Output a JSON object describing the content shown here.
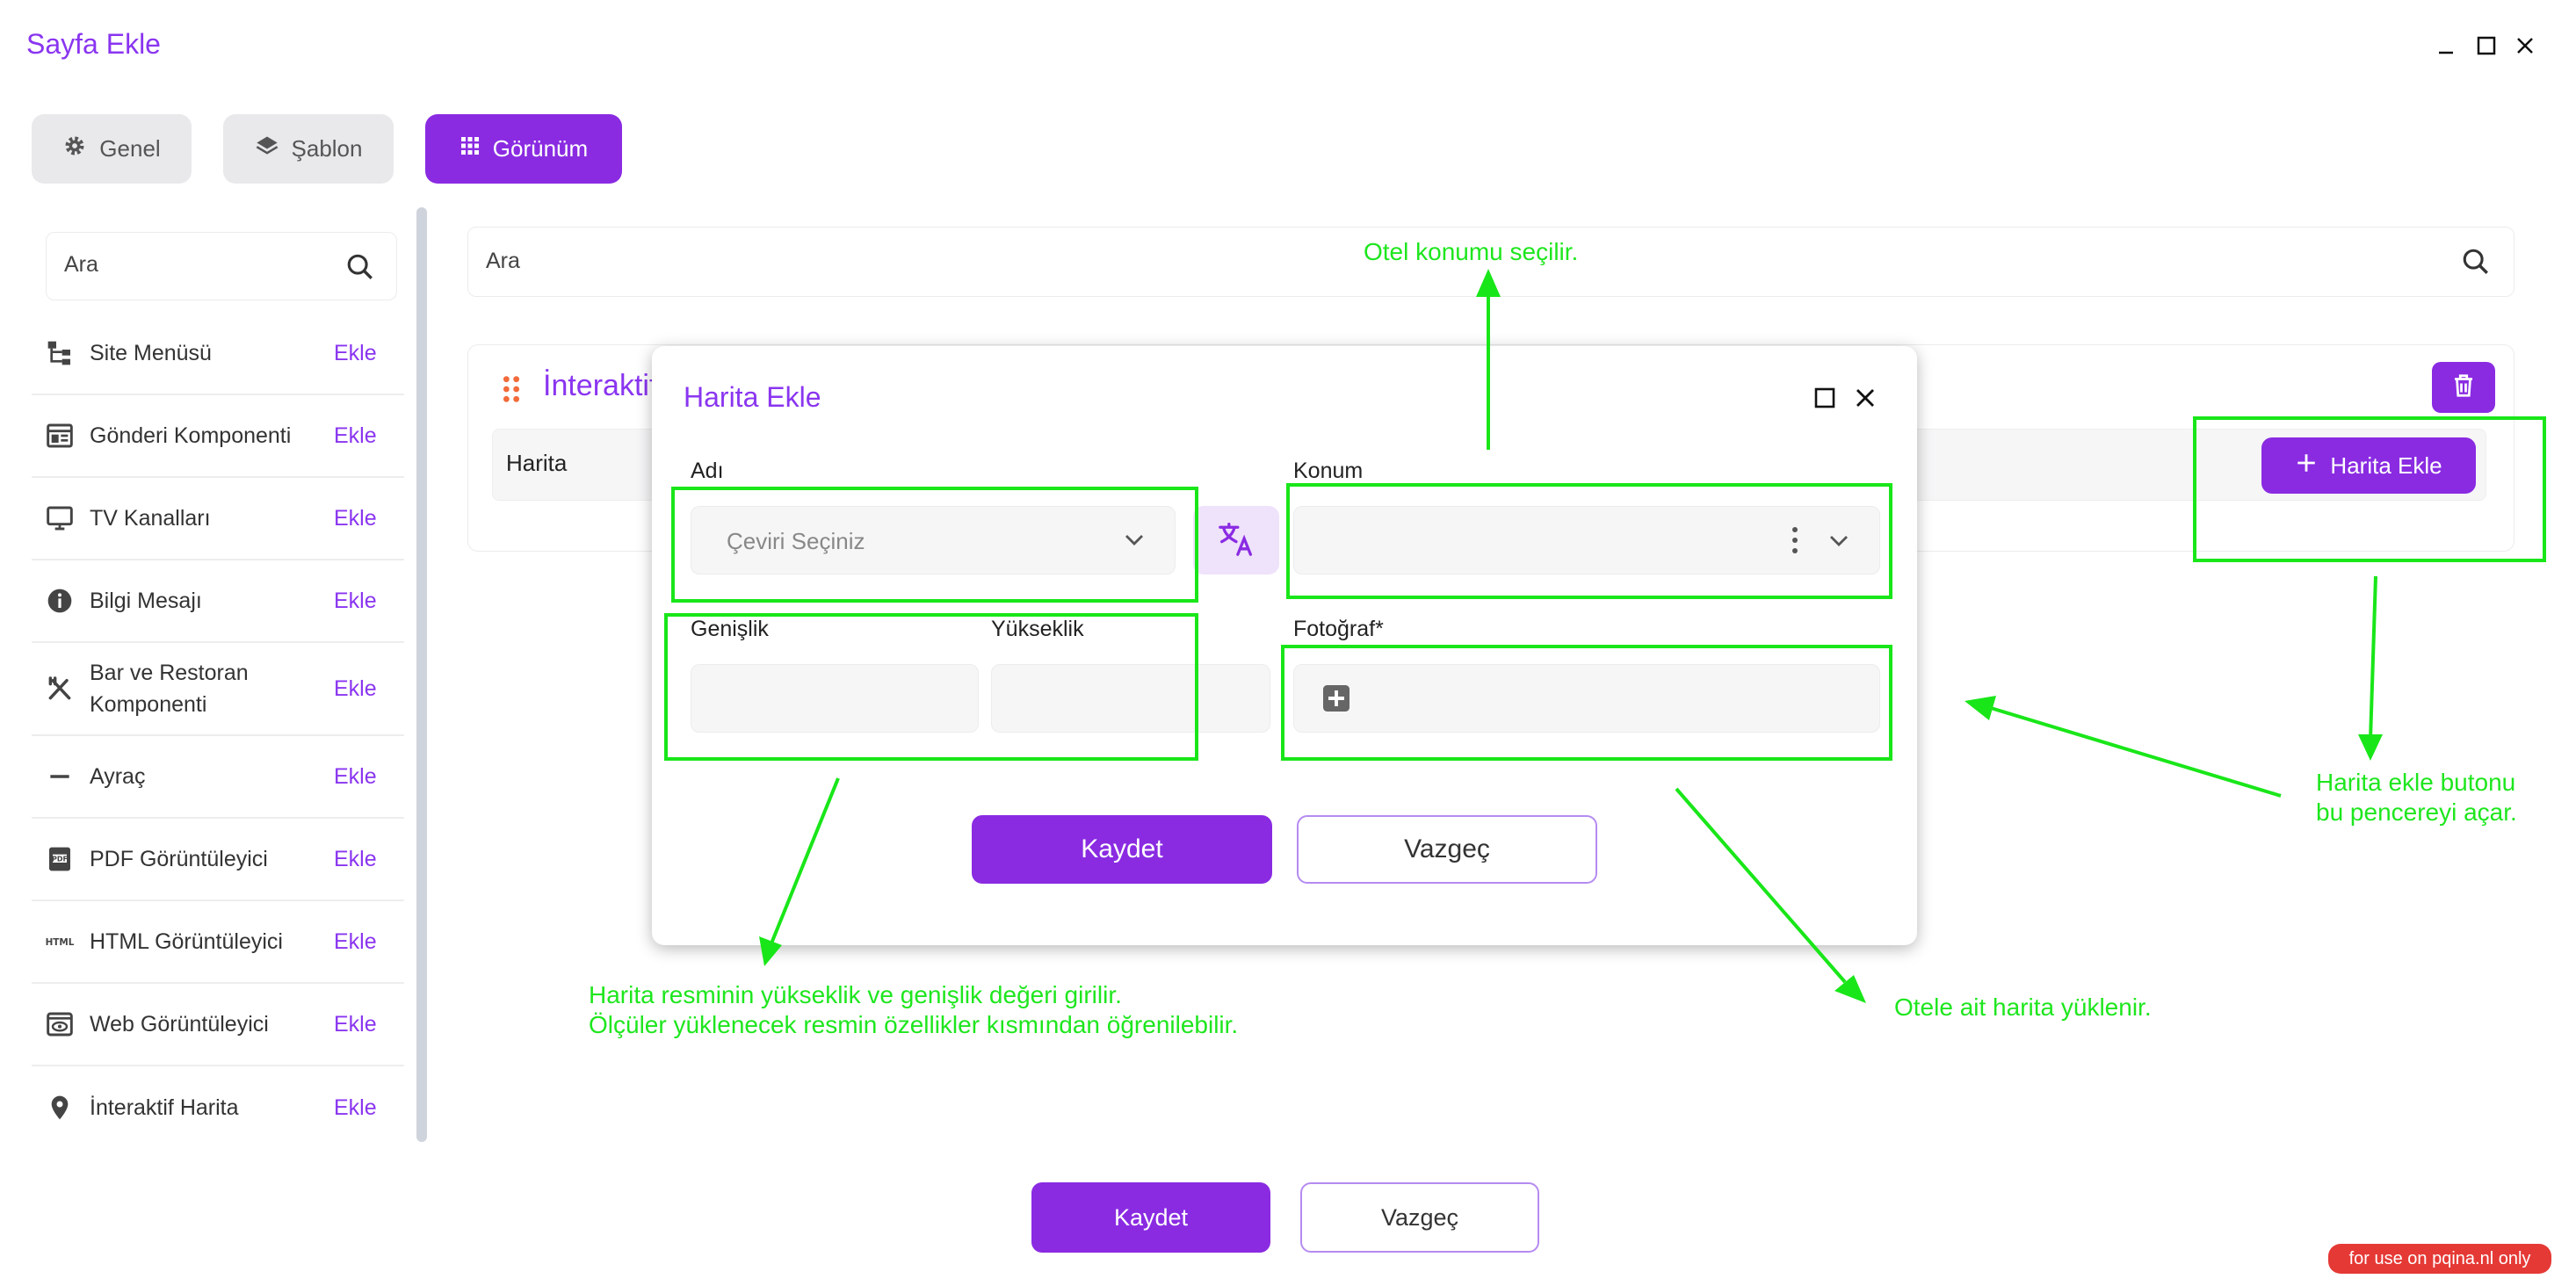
{
  "window": {
    "title": "Sayfa Ekle"
  },
  "tabs": [
    {
      "label": "Genel"
    },
    {
      "label": "Şablon"
    },
    {
      "label": "Görünüm"
    }
  ],
  "sidebar": {
    "search_placeholder": "Ara",
    "items": [
      {
        "label": "Site Menüsü",
        "action": "Ekle",
        "icon": "sitemap-icon"
      },
      {
        "label": "Gönderi Komponenti",
        "action": "Ekle",
        "icon": "post-icon"
      },
      {
        "label": "TV Kanalları",
        "action": "Ekle",
        "icon": "tv-icon"
      },
      {
        "label": "Bilgi Mesajı",
        "action": "Ekle",
        "icon": "info-icon"
      },
      {
        "label": "Bar ve Restoran Komponenti",
        "action": "Ekle",
        "icon": "utensils-icon"
      },
      {
        "label": "Ayraç",
        "action": "Ekle",
        "icon": "divider-icon"
      },
      {
        "label": "PDF Görüntüleyici",
        "action": "Ekle",
        "icon": "pdf-icon"
      },
      {
        "label": "HTML Görüntüleyici",
        "action": "Ekle",
        "icon": "html-icon"
      },
      {
        "label": "Web Görüntüleyici",
        "action": "Ekle",
        "icon": "web-viewer-icon"
      },
      {
        "label": "İnteraktif Harita",
        "action": "Ekle",
        "icon": "map-pin-icon"
      }
    ]
  },
  "main": {
    "search_placeholder": "Ara",
    "panel": {
      "title": "İnteraktif Harita",
      "row_label": "Harita",
      "add_button": "Harita Ekle"
    }
  },
  "modal": {
    "title": "Harita Ekle",
    "name_label": "Adı",
    "name_select": "Çeviri Seçiniz",
    "location_label": "Konum",
    "width_label": "Genişlik",
    "height_label": "Yükseklik",
    "photo_label": "Fotoğraf*",
    "save": "Kaydet",
    "cancel": "Vazgeç"
  },
  "footer": {
    "save": "Kaydet",
    "cancel": "Vazgeç"
  },
  "annotations": {
    "location": "Otel konumu seçilir.",
    "button_line1": "Harita ekle butonu",
    "button_line2": "bu pencereyi açar.",
    "size_line1": "Harita resminin yükseklik ve genişlik değeri girilir.",
    "size_line2": "Ölçüler yüklenecek resmin özellikler kısmından öğrenilebilir.",
    "photo": "Otele ait harita yüklenir."
  },
  "watermark": "for use on pqina.nl only",
  "colors": {
    "accent": "#8a2be2",
    "annotation": "#19e619"
  }
}
